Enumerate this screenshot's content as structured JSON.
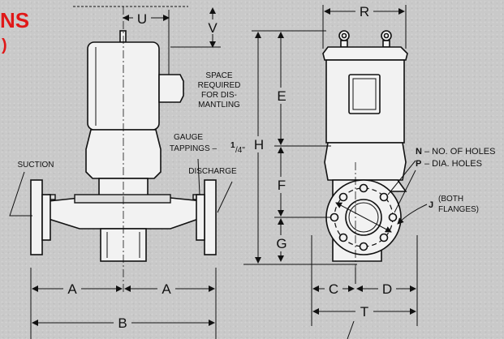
{
  "header": {
    "title_fragment": "NS",
    "subtitle_fragment": ")",
    "title_color": "#e01818"
  },
  "labels": {
    "U": "U",
    "V": "V",
    "R": "R",
    "E": "E",
    "H": "H",
    "F": "F",
    "G": "G",
    "A_left": "A",
    "A_right": "A",
    "B": "B",
    "C": "C",
    "D": "D",
    "T": "T",
    "J": "J"
  },
  "notes": {
    "space_line1": "SPACE",
    "space_line2": "REQUIRED",
    "space_line3": "FOR DIS-",
    "space_line4": "MANTLING",
    "gauge_line1": "GAUGE",
    "gauge_line2": "TAPPINGS –",
    "gauge_size_num": "1",
    "gauge_size_den": "/4\"",
    "suction": "SUCTION",
    "discharge": "DISCHARGE",
    "n_letter": "N",
    "n_text": "– NO. OF HOLES",
    "p_letter": "P",
    "p_text": "– DIA. HOLES",
    "j_line1": "(BOTH",
    "j_line2": "FLANGES)"
  },
  "colors": {
    "ink": "#111111",
    "background": "#c9c9c9",
    "part_fill": "#f2f2f2"
  }
}
